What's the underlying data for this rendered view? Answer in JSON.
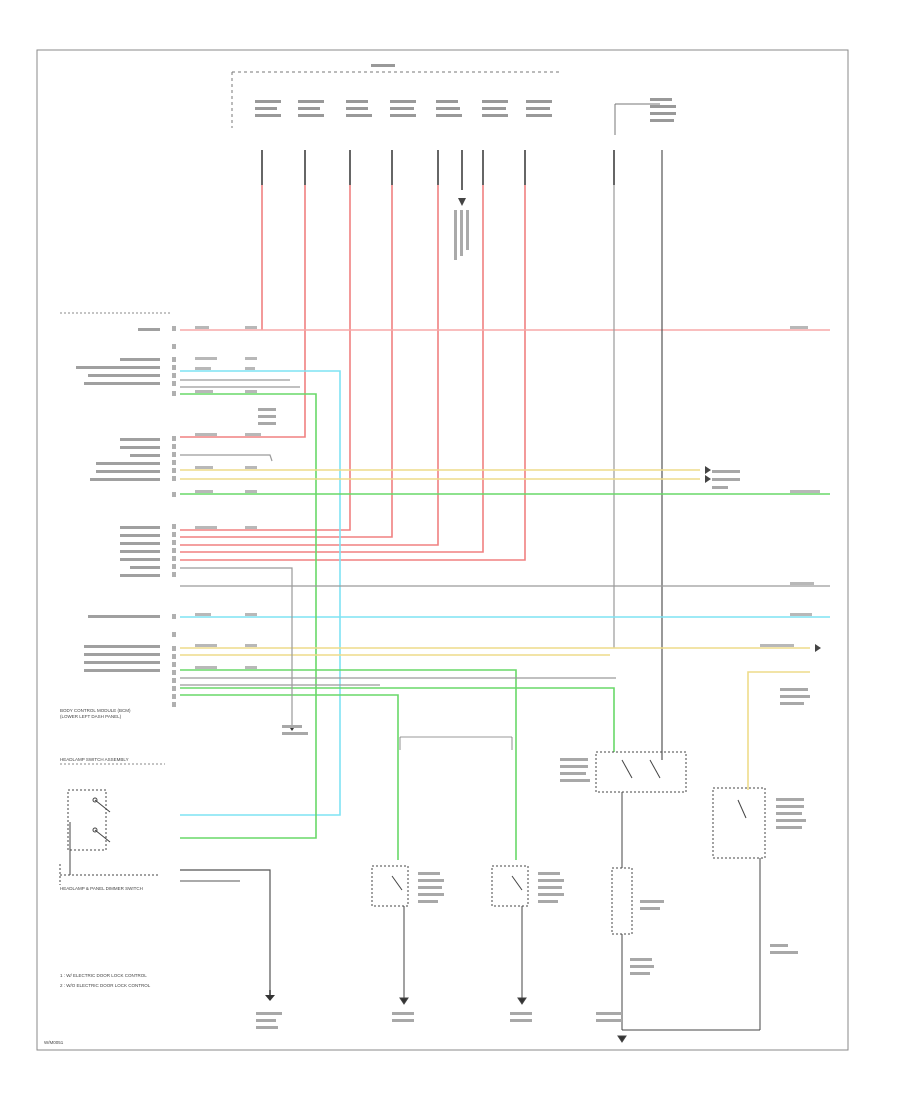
{
  "labels": {
    "mod_title": "BODY CONTROL MODULE (BCM)",
    "mod_sub": "(LOWER LEFT DASH PANEL)",
    "hl_switch_title": "HEADLAMP SWITCH ASSEMBLY",
    "hl_switch_name": "HEADLAMP & PANEL DIMMER SWITCH",
    "legend_1": "1 : W/ ELECTRIC DOOR LOCK CONTROL",
    "legend_2": "2 : W/O ELECTRIC DOOR LOCK CONTROL",
    "footer": "W/M0051"
  },
  "colors": {
    "red": "#f08080",
    "pink": "#f7a8a8",
    "cyan": "#7fe3f3",
    "green": "#69d869",
    "yellow": "#eedc8a",
    "gray": "#9a9a9a",
    "dark": "#555555",
    "frame": "#8a8a8a"
  }
}
